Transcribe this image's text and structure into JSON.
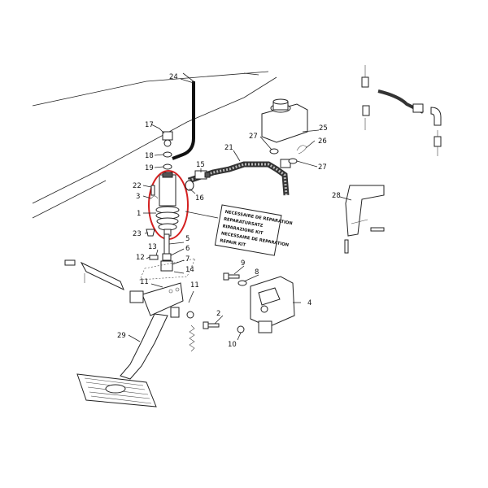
{
  "callouts": [
    {
      "id": "24",
      "text": "24"
    },
    {
      "id": "17",
      "text": "17"
    },
    {
      "id": "18",
      "text": "18"
    },
    {
      "id": "19",
      "text": "19"
    },
    {
      "id": "22",
      "text": "22"
    },
    {
      "id": "3",
      "text": "3"
    },
    {
      "id": "1",
      "text": "1"
    },
    {
      "id": "15",
      "text": "15"
    },
    {
      "id": "16",
      "text": "16"
    },
    {
      "id": "21",
      "text": "21"
    },
    {
      "id": "27a",
      "text": "27"
    },
    {
      "id": "25",
      "text": "25"
    },
    {
      "id": "26",
      "text": "26"
    },
    {
      "id": "27b",
      "text": "27"
    },
    {
      "id": "28",
      "text": "28"
    },
    {
      "id": "23",
      "text": "23"
    },
    {
      "id": "5",
      "text": "5"
    },
    {
      "id": "6",
      "text": "6"
    },
    {
      "id": "13",
      "text": "13"
    },
    {
      "id": "12",
      "text": "12"
    },
    {
      "id": "7",
      "text": "7"
    },
    {
      "id": "14",
      "text": "14"
    },
    {
      "id": "11a",
      "text": "11"
    },
    {
      "id": "11b",
      "text": "11"
    },
    {
      "id": "9",
      "text": "9"
    },
    {
      "id": "8",
      "text": "8"
    },
    {
      "id": "4",
      "text": "4"
    },
    {
      "id": "2",
      "text": "2"
    },
    {
      "id": "10",
      "text": "10"
    },
    {
      "id": "29",
      "text": "29"
    }
  ],
  "repair_kit_label": [
    "NECESSAIRE DE REPARATION",
    "REPARATURSATZ",
    "RIPARAZIONE KIT",
    "NECESSAIRE DE REPARATION",
    "REPAIR KIT"
  ],
  "highlight_color": "#d42020"
}
